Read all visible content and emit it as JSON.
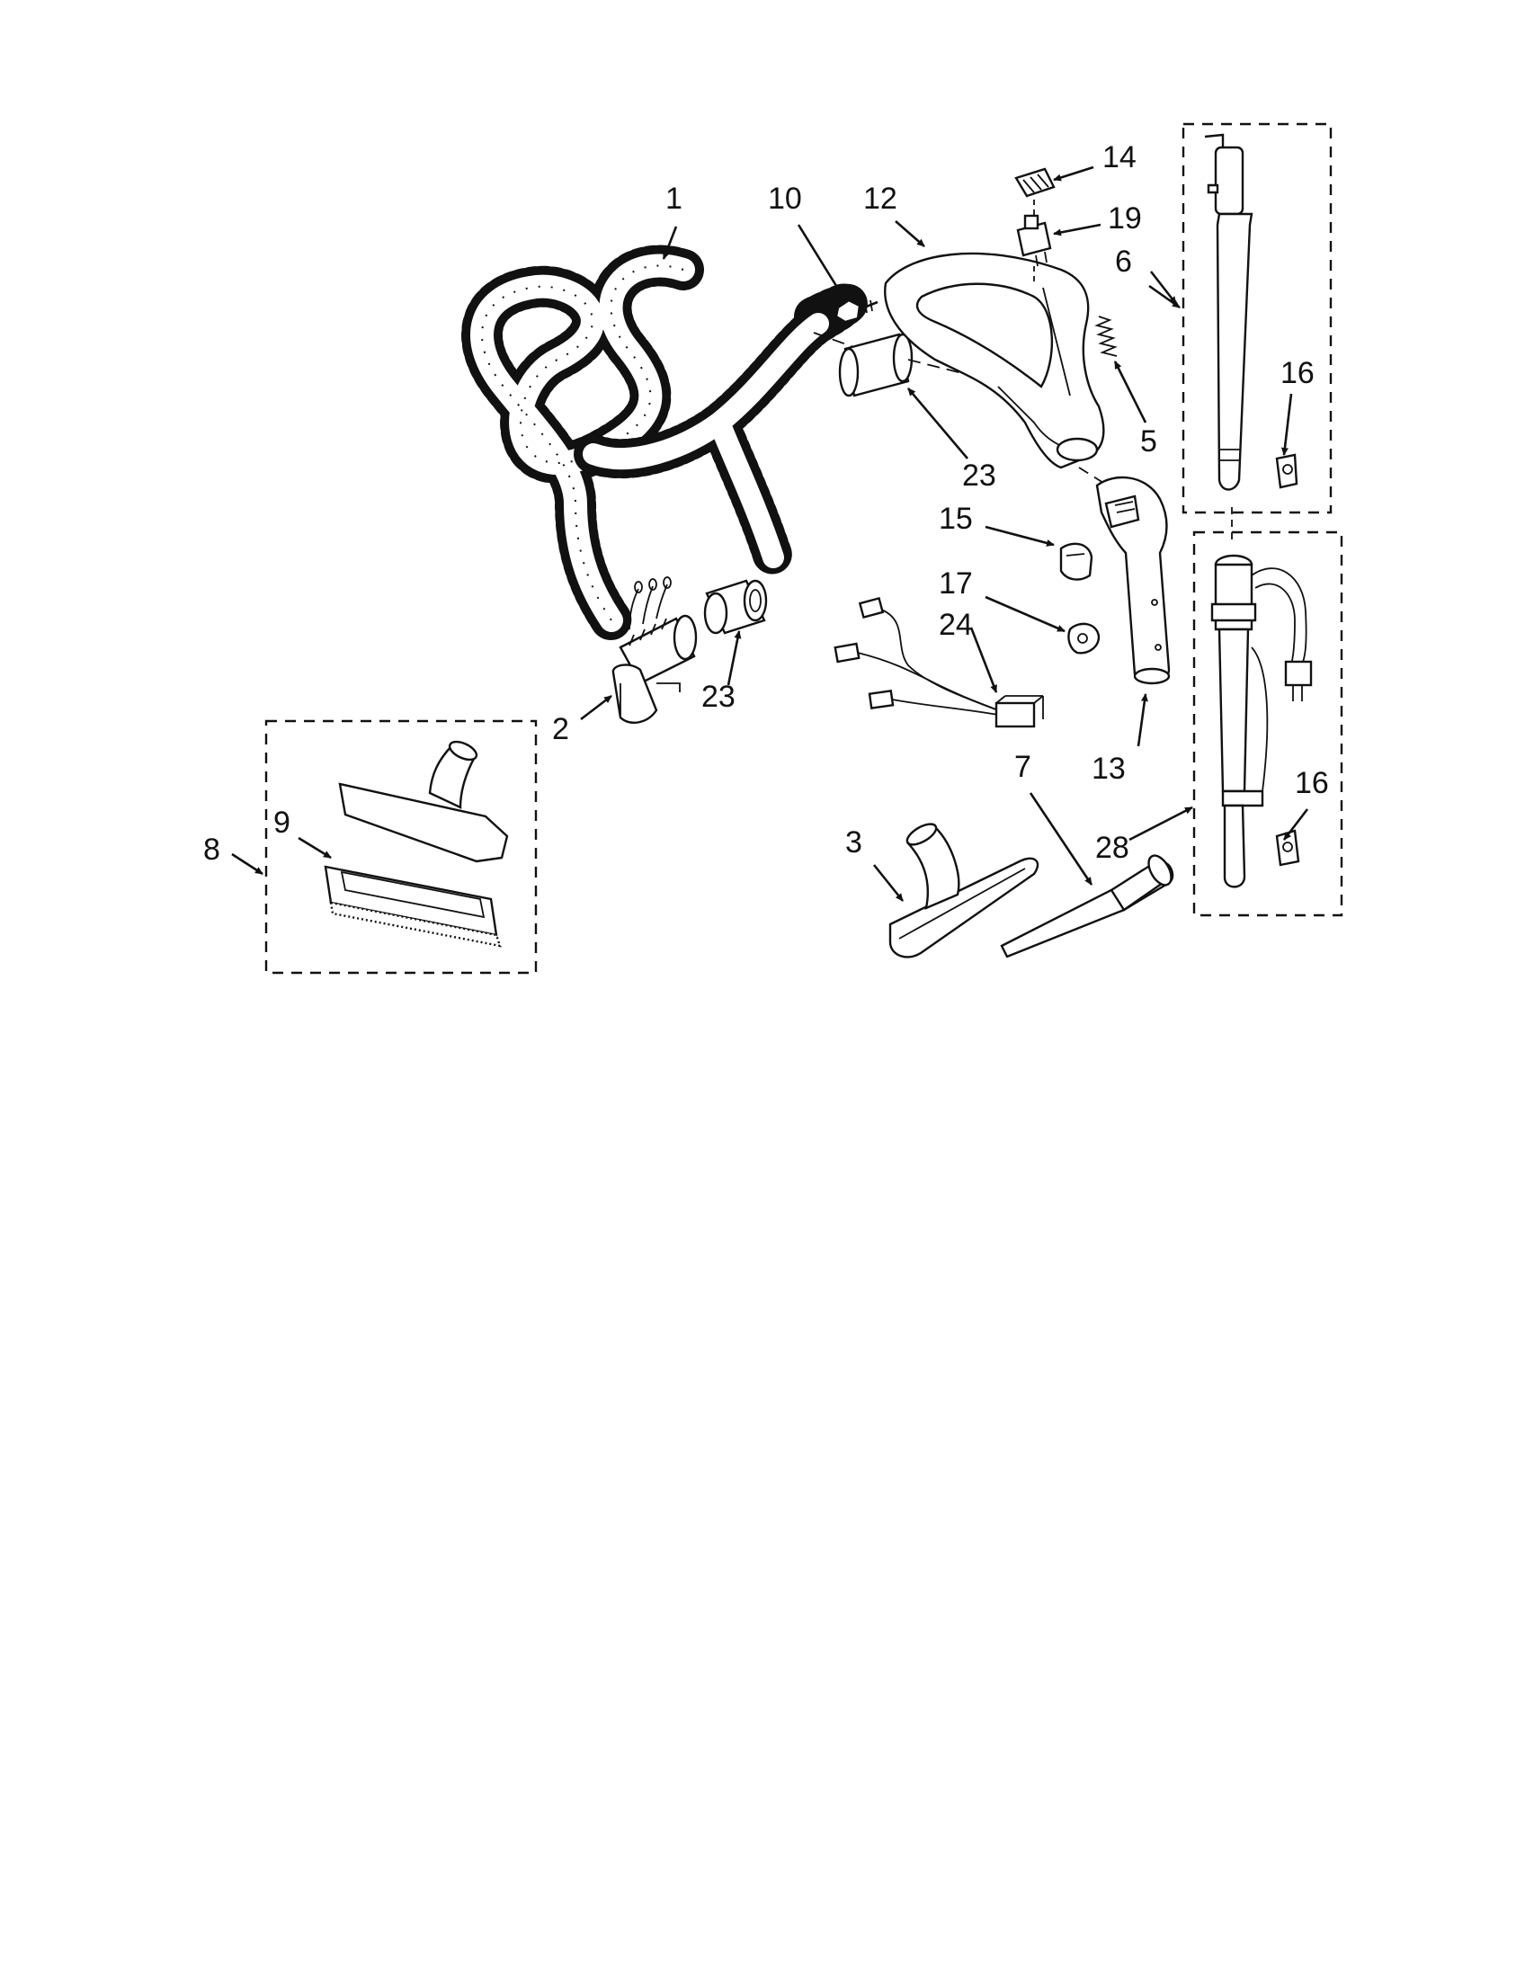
{
  "callouts": {
    "c1": "1",
    "c2": "2",
    "c3": "3",
    "c5": "5",
    "c6": "6",
    "c7": "7",
    "c8": "8",
    "c9": "9",
    "c10": "10",
    "c12": "12",
    "c13": "13",
    "c14": "14",
    "c15": "15",
    "c16a": "16",
    "c16b": "16",
    "c17": "17",
    "c19": "19",
    "c23a": "23",
    "c23b": "23",
    "c24": "24",
    "c28": "28"
  }
}
